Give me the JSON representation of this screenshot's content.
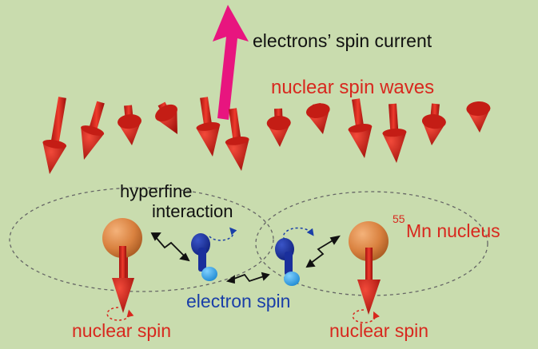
{
  "labels": {
    "spin_current": "electrons’ spin current",
    "spin_waves": "nuclear spin waves",
    "hyperfine_line1": "hyperfine",
    "hyperfine_line2": "interaction",
    "isotope_mass": "55",
    "isotope_name": "Mn nucleus",
    "electron_spin": "electron spin",
    "nuclear_spin_left": "nuclear spin",
    "nuclear_spin_right": "nuclear spin"
  },
  "colors": {
    "background": "#c9dcae",
    "spin_current_arrow": "#e8157f",
    "nuclear_spin": "#d8281e",
    "nucleus": "#d9813f",
    "electron": "#1a2f9c",
    "electron_tip": "#2a9ce0",
    "label_red": "#d8281e",
    "label_blue": "#1a3fa8"
  }
}
